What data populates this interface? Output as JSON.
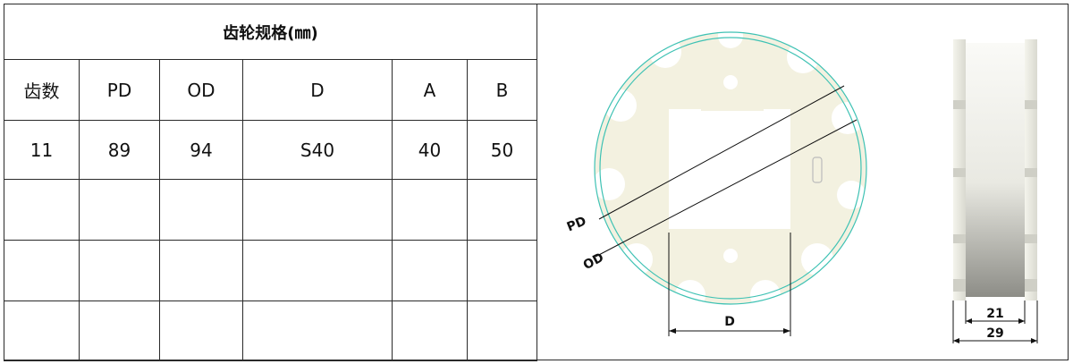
{
  "table": {
    "title": "齿轮规格(㎜)",
    "headers": [
      "齿数",
      "PD",
      "OD",
      "D",
      "A",
      "B"
    ],
    "rows": [
      [
        "11",
        "89",
        "94",
        "S40",
        "40",
        "50"
      ],
      [
        "",
        "",
        "",
        "",
        "",
        ""
      ],
      [
        "",
        "",
        "",
        "",
        "",
        ""
      ],
      [
        "",
        "",
        "",
        "",
        "",
        ""
      ]
    ]
  },
  "drawing": {
    "front_view": {
      "pd_label": "PD",
      "od_label": "OD",
      "d_label": "D"
    },
    "side_view": {
      "inner_width_label": "21",
      "outer_width_label": "29"
    },
    "colors": {
      "body": "#f3f1e0",
      "outline": "#3fc2b4",
      "line": "#111111"
    }
  }
}
